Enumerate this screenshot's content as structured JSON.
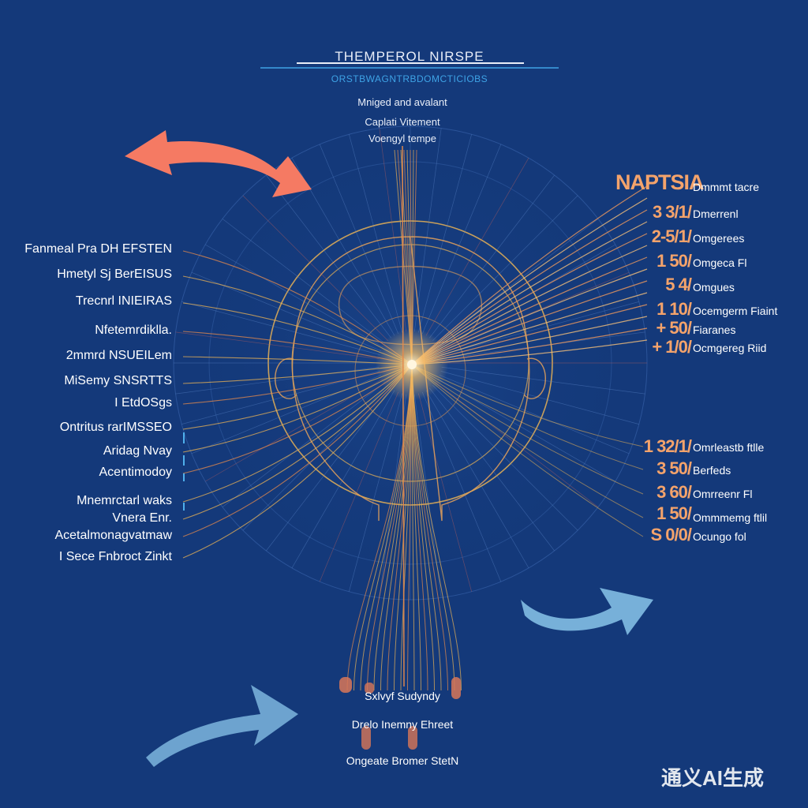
{
  "header": {
    "title": "THEMPEROL NIRSPE",
    "subtitle": "ORSTBWAGNTRBDOMCTICIOBS"
  },
  "top_labels": [
    "Mniged and avalant",
    "Caplati Vitement",
    "Voengyl tempe"
  ],
  "left_labels": [
    "Fanmeal Pra DH EFSTEN",
    "Hmetyl Sj BerEISUS",
    "Trecnrl INIEIRAS",
    "Nfetemrdiklla.",
    "2mmrd NSUEILem",
    "MiSemy SNSRTTS",
    "I EtdOSgs",
    "Ontritus rarIMSSEO",
    "Aridag Nvay",
    "Acentimodoy",
    "Mnemrctarl waks",
    "Vnera Enr.",
    "Acetalmonagvatmaw",
    "I Sece Fnbroct Zinkt"
  ],
  "right_top": {
    "heading": "NAPTSIA",
    "heading_sub": "Dmmmt tacre",
    "rows": [
      {
        "value": "3 3/1/",
        "label": "Dmerrenl"
      },
      {
        "value": "2-5/1/",
        "label": "Omgerees"
      },
      {
        "value": "1 50/",
        "label": "Omgeca Fl"
      },
      {
        "value": "5 4/",
        "label": "Omgues"
      },
      {
        "value": "1 10/",
        "label": "Ocemgerm Fiaint"
      },
      {
        "value": "+ 50/",
        "label": "Fiaranes"
      },
      {
        "value": "+ 1/0/",
        "label": "Ocmgereg Riid"
      }
    ]
  },
  "right_bottom": {
    "rows": [
      {
        "value": "1 32/1/",
        "label": "Omrleastb ftlle"
      },
      {
        "value": "3 50/",
        "label": "Berfeds"
      },
      {
        "value": "3 60/",
        "label": "Omrreenr Fl"
      },
      {
        "value": "1 50/",
        "label": "Ommmemg ftlil"
      },
      {
        "value": "S 0/0/",
        "label": "Ocungo fol"
      }
    ]
  },
  "bottom_labels": [
    "Sxlvyf Sudyndy",
    "Drelo Inemny Ehreet",
    "Ongeate Bromer StetN"
  ],
  "watermark": "通义AI生成",
  "colors": {
    "background": "#14397a",
    "accent_orange": "#f4a36b",
    "arrow_coral": "#f57a63",
    "arrow_blue": "#7cb6de",
    "line_gold": "#e8b255"
  }
}
